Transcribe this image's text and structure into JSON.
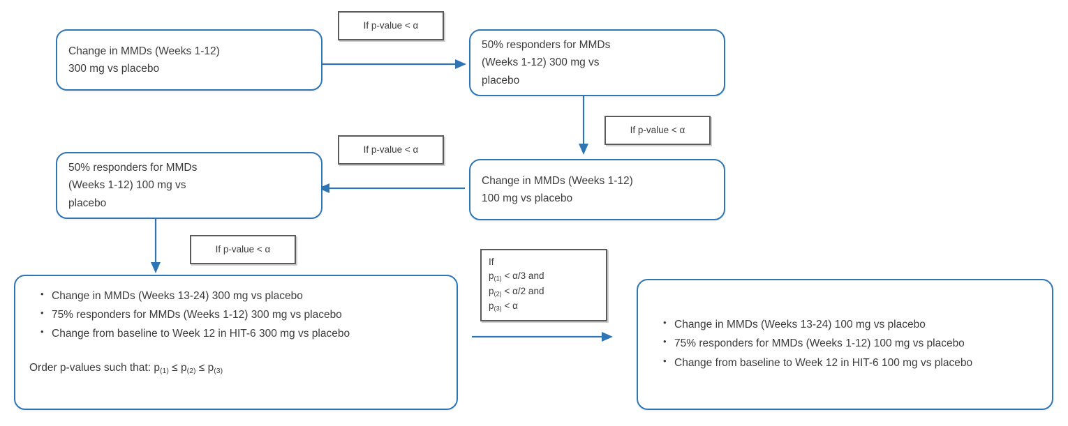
{
  "diagram": {
    "title": "Hierarchical testing strategy flowchart",
    "colors": {
      "node_border": "#2E75B6",
      "arrow": "#2E75B6",
      "label_border": "#5A5A5A",
      "text": "#3B3B3B",
      "background": "#FFFFFF"
    },
    "nodes": [
      {
        "id": "node-change-mmd-300",
        "name": "change-in-mmds-300mg-box",
        "lines": [
          "Change in MMDs (Weeks 1-12)",
          "300 mg vs placebo"
        ]
      },
      {
        "id": "node-responders-50-300",
        "name": "50-percent-responders-300mg-box",
        "lines": [
          "50% responders for MMDs",
          "(Weeks 1-12) 300 mg vs",
          "placebo"
        ]
      },
      {
        "id": "node-change-mmd-100",
        "name": "change-in-mmds-100mg-box",
        "lines": [
          "Change in MMDs (Weeks 1-12)",
          "100 mg vs placebo"
        ]
      },
      {
        "id": "node-responders-50-100",
        "name": "50-percent-responders-100mg-box",
        "lines": [
          "50% responders for MMDs",
          "(Weeks 1-12) 100 mg vs",
          "placebo"
        ]
      }
    ],
    "bullet_nodes": [
      {
        "id": "node-endpoints-300",
        "name": "endpoints-300mg-box",
        "bullets": [
          "Change in MMDs (Weeks 13-24) 300 mg vs placebo",
          "75% responders for MMDs (Weeks 1-12) 300 mg vs placebo",
          "Change from baseline to Week 12 in HIT-6 300 mg vs placebo"
        ],
        "order_text_prefix": "Order p-values such that: p",
        "order_sub_1": "(1)",
        "order_mid_1": " ≤ p",
        "order_sub_2": "(2)",
        "order_mid_2": " ≤ p",
        "order_sub_3": "(3)"
      },
      {
        "id": "node-endpoints-100",
        "name": "endpoints-100mg-box",
        "bullets": [
          "Change in MMDs (Weeks 13-24) 100 mg vs placebo",
          "75% responders for MMDs (Weeks 1-12) 100 mg vs placebo",
          "Change from baseline to Week 12 in HIT-6 100 mg vs placebo"
        ]
      }
    ],
    "labels": {
      "p_value_condition": "If p-value < α",
      "multi_condition": {
        "line1": "If",
        "line2_prefix": "p",
        "line2_sub": "(1)",
        "line2_rest": " < α/3 and",
        "line3_prefix": "p",
        "line3_sub": "(2)",
        "line3_rest": " < α/2 and",
        "line4_prefix": "p",
        "line4_sub": "(3)",
        "line4_rest": " < α"
      }
    }
  }
}
